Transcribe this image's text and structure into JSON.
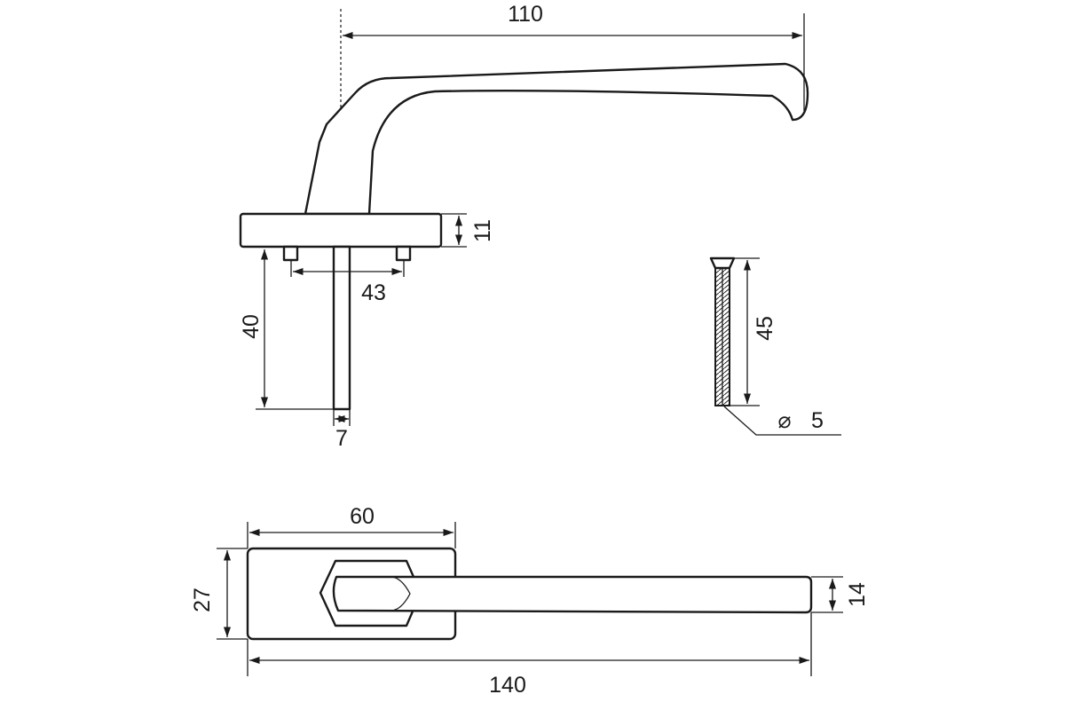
{
  "dimensions": {
    "handle_reach": "110",
    "rose_thickness": "11",
    "screw_spacing": "43",
    "spindle_length": "40",
    "spindle_width": "7",
    "screw_length": "45",
    "screw_diameter": "5",
    "rose_width": "60",
    "rose_height": "27",
    "lever_height": "14",
    "overall_length": "140"
  },
  "symbols": {
    "diameter": "⌀"
  }
}
